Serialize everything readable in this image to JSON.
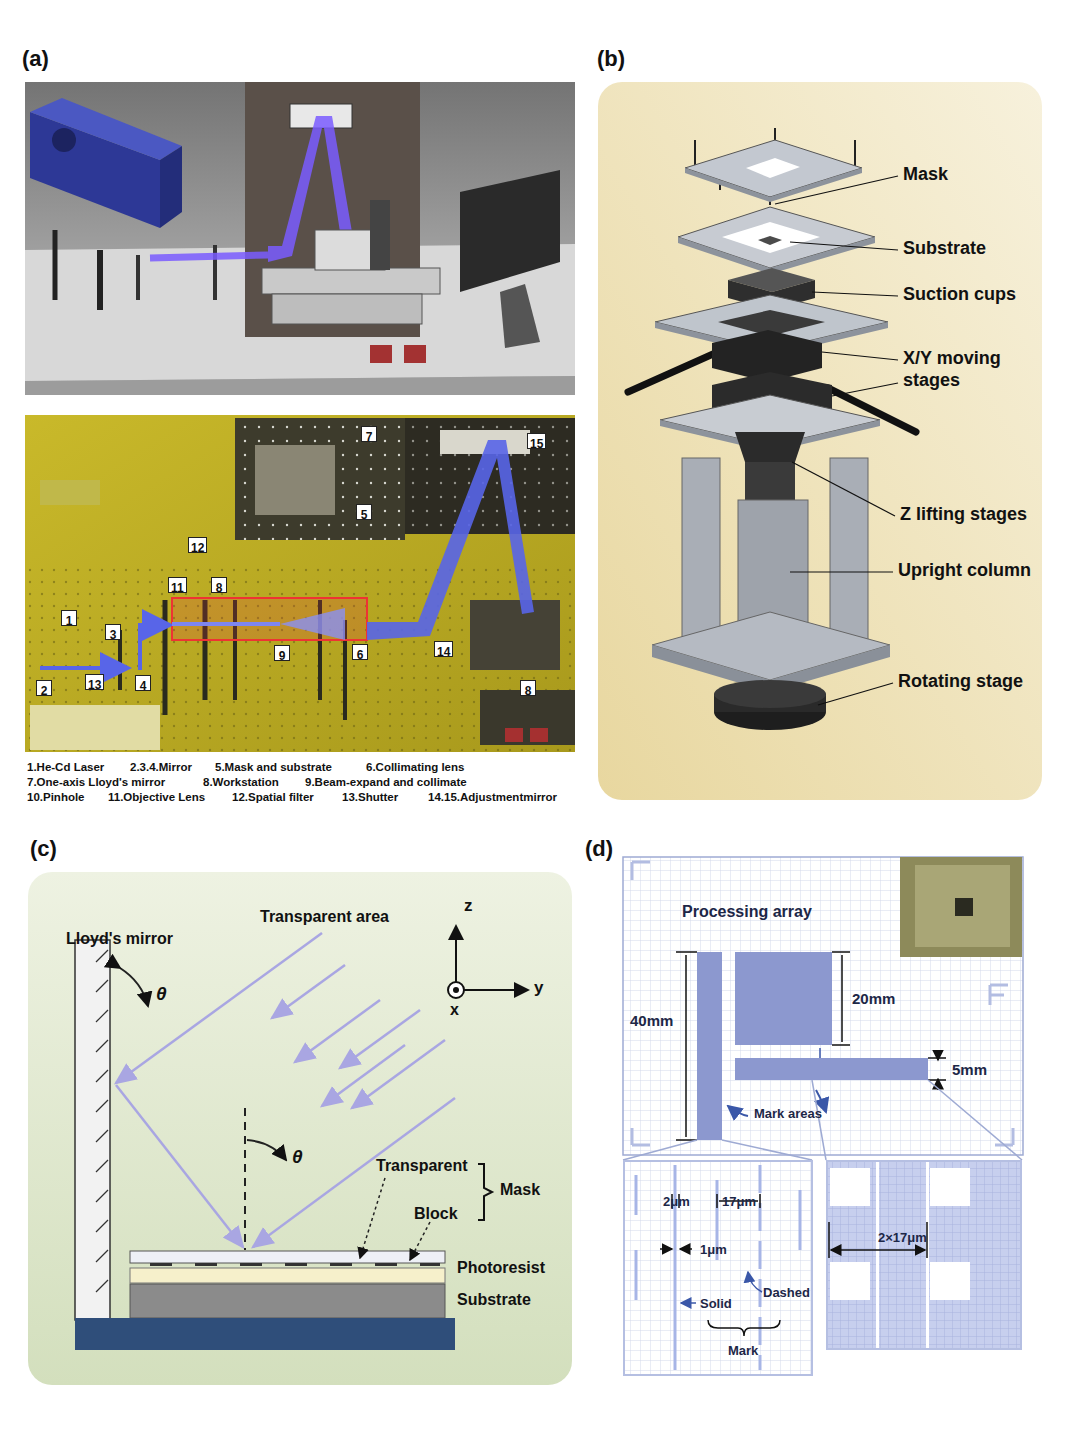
{
  "diagram": {
    "nodes": [
      {
        "text": [
          "7"
        ]
      },
      {
        "text": [
          "15"
        ]
      },
      {
        "text": [
          "5"
        ]
      },
      {
        "text": [
          "12"
        ]
      },
      {
        "text": [
          "11"
        ]
      },
      {
        "text": [
          "8"
        ]
      },
      {
        "text": [
          "1"
        ]
      },
      {
        "text": [
          "3"
        ]
      },
      {
        "text": [
          "14"
        ]
      },
      {
        "text": [
          "9"
        ]
      },
      {
        "text": [
          "6"
        ]
      },
      {
        "text": [
          "13"
        ]
      },
      {
        "text": [
          "4"
        ]
      },
      {
        "text": [
          "2"
        ]
      },
      {
        "text": [
          "8"
        ]
      },
      {
        "text": [
          "2μm",
          "17μm",
          "1μm",
          "Solid",
          "Dashed",
          "Mark"
        ]
      },
      {
        "text": [
          "2×17μm"
        ]
      }
    ],
    "labels": [
      "(a)",
      "(b)",
      "(c)",
      "(d)",
      "1.He-Cd Laser",
      "2.3.4.Mirror",
      "5.Mask and substrate",
      "6.Collimating lens",
      "7.One-axis Lloyd's mirror",
      "8.Workstation",
      "9.Beam-expand and collimate",
      "10.Pinhole",
      "11.Objective Lens",
      "12.Spatial filter",
      "13.Shutter",
      "14.15.Adjustmentmirror",
      "Mask",
      "Substrate",
      "Suction cups",
      "X/Y moving stages",
      "Z lifting stages",
      "Upright column",
      "Rotating stage",
      "Transparent area",
      "Lloyd's mirror",
      "z",
      "y",
      "x",
      "θ",
      "θ",
      "Transparent",
      "Block",
      "Mask",
      "Photoresist",
      "Substrate",
      "Processing array",
      "40mm",
      "20mm",
      "5mm",
      "Mark areas"
    ]
  }
}
